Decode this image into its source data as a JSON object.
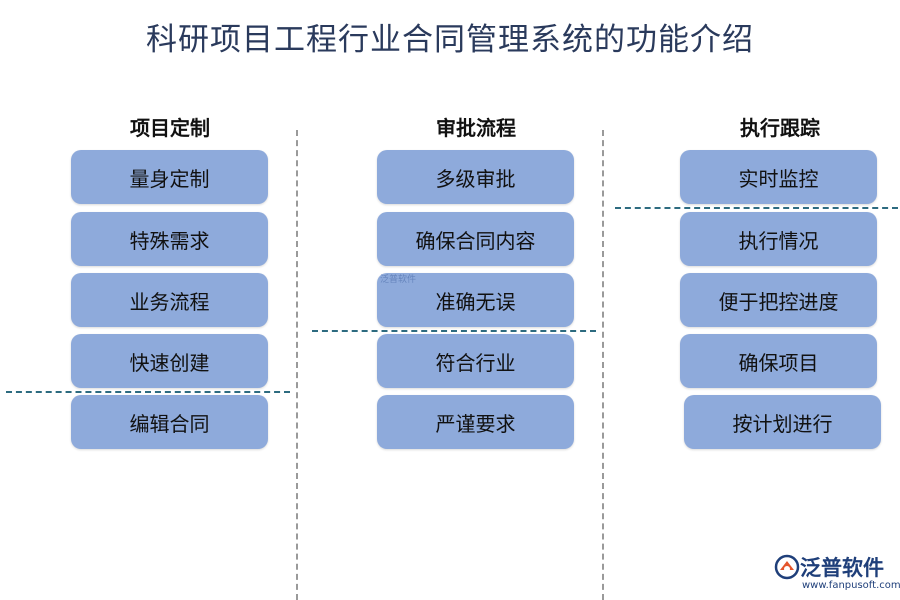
{
  "title": "科研项目工程行业合同管理系统的功能介绍",
  "columns": [
    {
      "heading": "项目定制",
      "items": [
        "量身定制",
        "特殊需求",
        "业务流程",
        "快速创建",
        "编辑合同"
      ]
    },
    {
      "heading": "审批流程",
      "items": [
        "多级审批",
        "确保合同内容",
        "准确无误",
        "符合行业",
        "严谨要求"
      ]
    },
    {
      "heading": "执行跟踪",
      "items": [
        "实时监控",
        "执行情况",
        "便于把控进度",
        "确保项目",
        "按计划进行"
      ]
    }
  ],
  "logo": {
    "name": "泛普软件",
    "url": "www.fanpusoft.com"
  },
  "colors": {
    "box": "#8eaadb",
    "title": "#2a3a5c",
    "divider": "#9a9a9a",
    "accent_dash": "#2d6b80"
  }
}
